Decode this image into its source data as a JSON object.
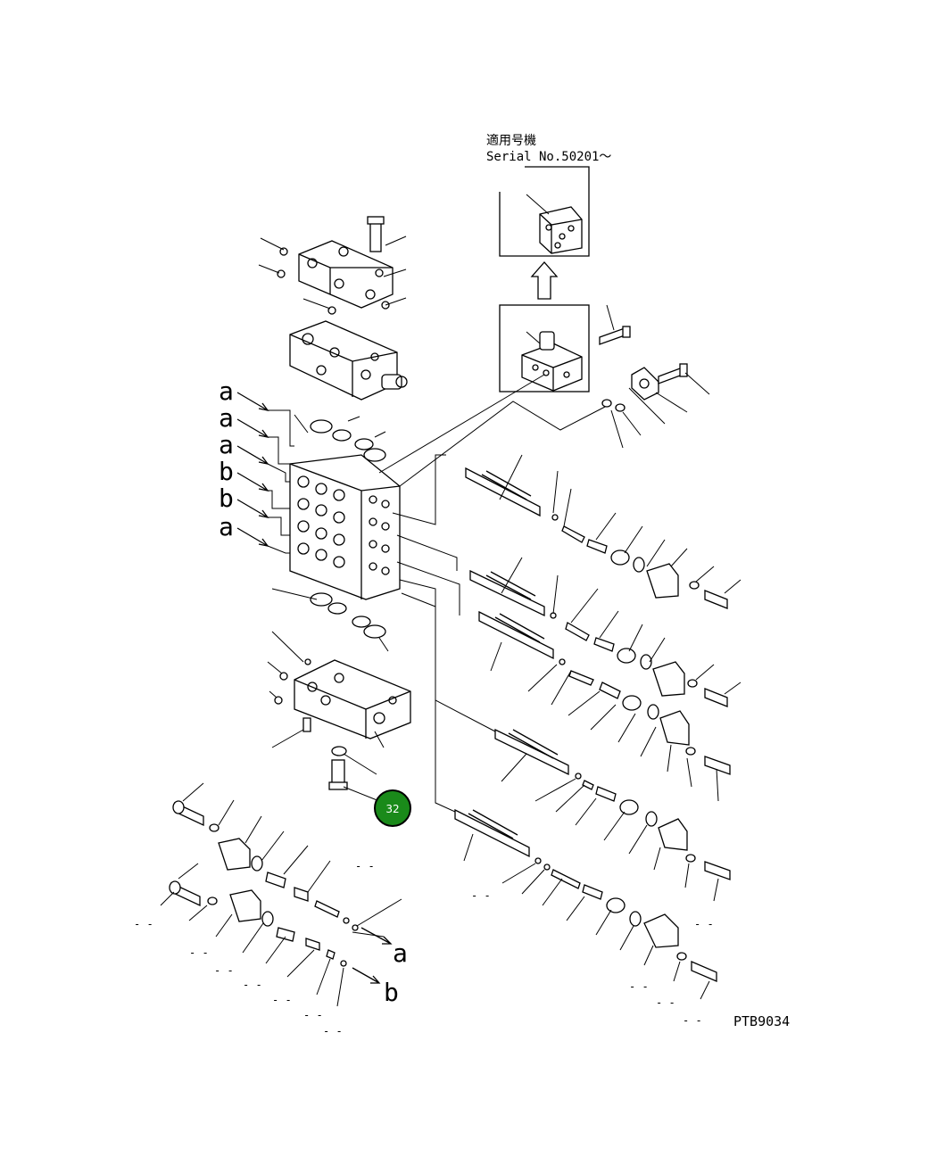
{
  "note": {
    "title_jp": "適用号機",
    "serial": "Serial No.50201～"
  },
  "letters": [
    "a",
    "a",
    "a",
    "b",
    "b",
    "a"
  ],
  "arrow_labels": [
    "a",
    "b"
  ],
  "callout": {
    "label": "32",
    "color": "#1a8a1a"
  },
  "drawing_code": "PTB9034",
  "dash_marks": [
    "- -",
    "- -",
    "- -",
    "- -",
    "- -",
    "- -",
    "- -",
    "- -",
    "- -",
    "- -",
    "- -",
    "- -",
    "- -"
  ]
}
